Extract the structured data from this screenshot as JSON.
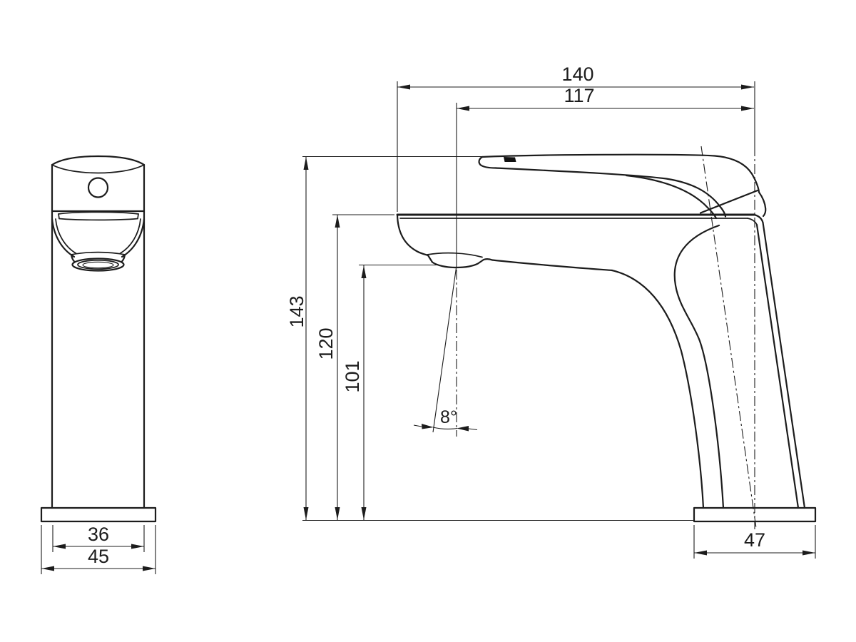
{
  "drawing": {
    "kind": "technical-dimension-drawing",
    "subject": "single-lever basin mixer tap, front and side orthographic views",
    "colors": {
      "line": "#1c1c1c",
      "background": "#ffffff"
    }
  },
  "dims": {
    "d140": "140",
    "d117": "117",
    "d143": "143",
    "d120": "120",
    "d101": "101",
    "angle": "8°",
    "d36": "36",
    "d45": "45",
    "d47": "47"
  }
}
